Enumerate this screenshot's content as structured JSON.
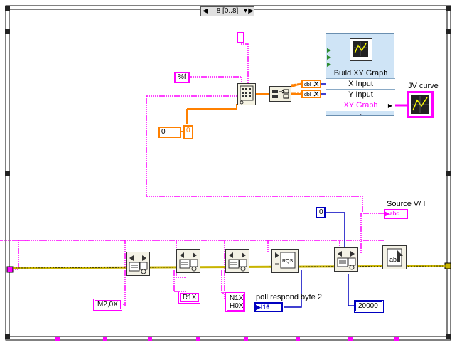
{
  "case_selector": {
    "label": "8 [0..8]"
  },
  "constants": {
    "format_string": "%f",
    "zero_numeric_a": "0",
    "zero_numeric_b": "0",
    "zero_blue": "0",
    "m2": "M2,0X",
    "r1": "R1X",
    "n1": "N1X",
    "h0": "H0X",
    "timeout": "20000"
  },
  "indicators": {
    "jv_curve": "JV curve",
    "source_vi": "Source V/ I",
    "poll_respond": "poll respond byte 2",
    "i16_tag": "I16",
    "abc_tag": "abc"
  },
  "build_xy": {
    "title": "Build XY Graph",
    "x_input": "X Input",
    "y_input": "Y Input",
    "xy_graph": "XY Graph"
  },
  "colors": {
    "string_wire": "#ff00ff",
    "numeric_wire": "#ff8000",
    "int_wire": "#0000c0",
    "error_wire": "#c8b400"
  }
}
